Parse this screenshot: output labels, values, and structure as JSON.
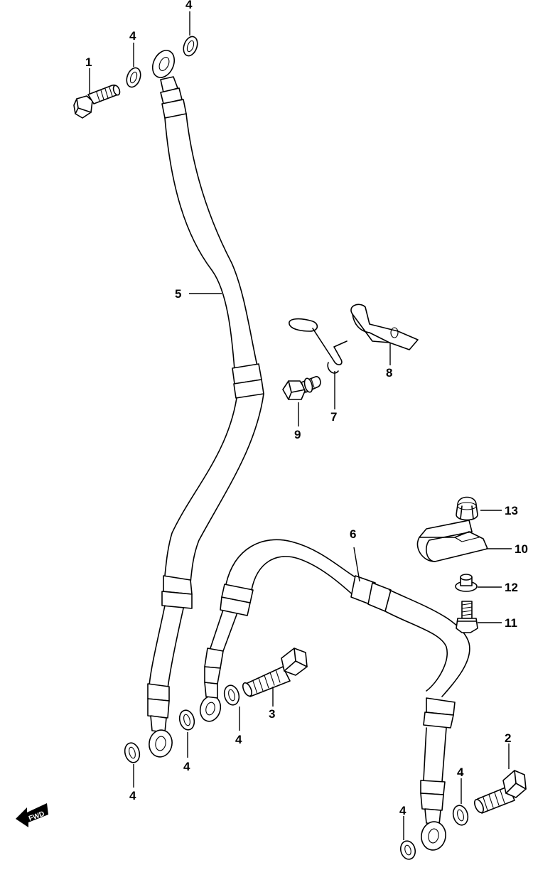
{
  "diagram": {
    "callouts": {
      "c1": "1",
      "c2": "2",
      "c3": "3",
      "c4a": "4",
      "c4b": "4",
      "c4c": "4",
      "c4d": "4",
      "c4e": "4",
      "c4f": "4",
      "c4g": "4",
      "c5": "5",
      "c6": "6",
      "c7": "7",
      "c8": "8",
      "c9": "9",
      "c10": "10",
      "c11": "11",
      "c12": "12",
      "c13": "13"
    },
    "fwd_label": "FWD"
  }
}
